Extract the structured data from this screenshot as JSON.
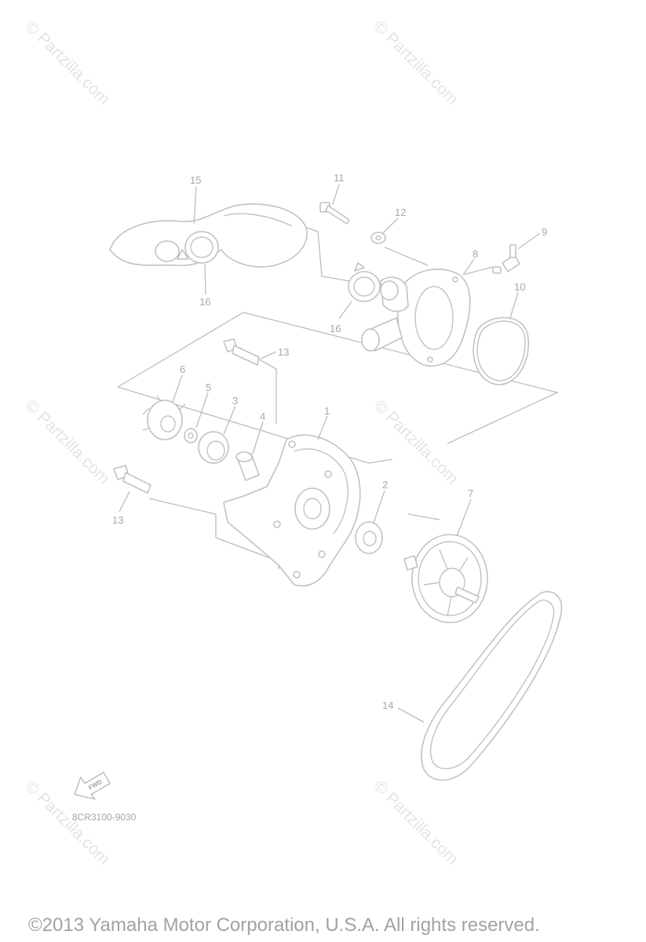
{
  "watermark": "© Partzilla.com",
  "callouts": {
    "c1": "1",
    "c2": "2",
    "c3": "3",
    "c4": "4",
    "c5": "5",
    "c6": "6",
    "c7": "7",
    "c8": "8",
    "c9": "9",
    "c10": "10",
    "c11": "11",
    "c12": "12",
    "c13a": "13",
    "c13b": "13",
    "c14": "14",
    "c15": "15",
    "c16a": "16",
    "c16b": "16"
  },
  "fwd_label": "FWD",
  "part_code": "8CR3100-9030",
  "copyright": "©2013  Yamaha Motor Corporation, U.S.A. All rights reserved."
}
